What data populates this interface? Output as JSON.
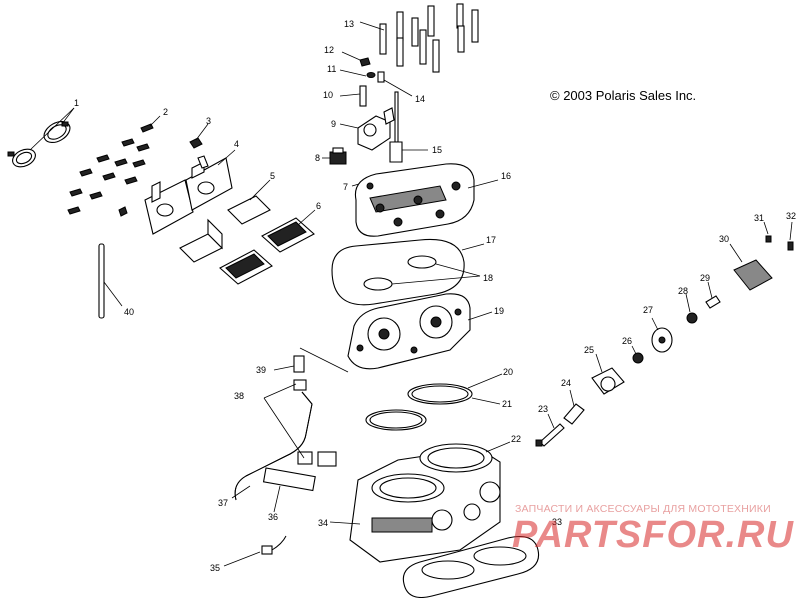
{
  "copyright": "© 2003 Polaris Sales Inc.",
  "watermark": {
    "caption": "ЗАПЧАСТИ И АКСЕССУАРЫ ДЛЯ МОТОТЕХНИКИ",
    "logo": "PARTSFOR.RU"
  },
  "callouts": {
    "c1": "1",
    "c2": "2",
    "c3": "3",
    "c4": "4",
    "c5": "5",
    "c6": "6",
    "c7": "7",
    "c8": "8",
    "c9": "9",
    "c10": "10",
    "c11": "11",
    "c12": "12",
    "c13": "13",
    "c14": "14",
    "c15": "15",
    "c16": "16",
    "c17": "17",
    "c18": "18",
    "c19": "19",
    "c20": "20",
    "c21": "21",
    "c22": "22",
    "c23": "23",
    "c24": "24",
    "c25": "25",
    "c26": "26",
    "c27": "27",
    "c28": "28",
    "c29": "29",
    "c30": "30",
    "c31": "31",
    "c32": "32",
    "c33": "33",
    "c34": "34",
    "c35": "35",
    "c36": "36",
    "c37": "37",
    "c38": "38",
    "c39": "39",
    "c40": "40"
  },
  "colors": {
    "line": "#000000",
    "background": "#ffffff",
    "watermark": "#d72828"
  }
}
